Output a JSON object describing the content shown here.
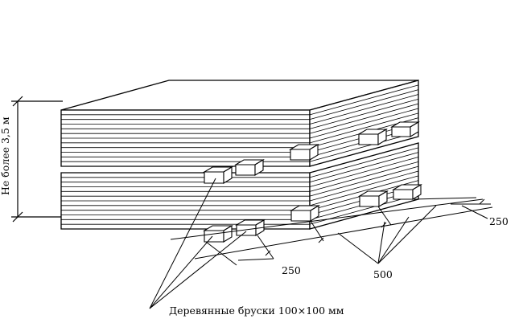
{
  "diagram": {
    "height_limit_label": "Не более 3,5 м",
    "dim_spacing_left": "250",
    "dim_spacing_right": "250",
    "dim_bearer_pitch": "500",
    "bearer_caption": "Деревянные бруски 100×100 мм"
  },
  "colors": {
    "ink": "#000000",
    "paper": "#ffffff"
  }
}
